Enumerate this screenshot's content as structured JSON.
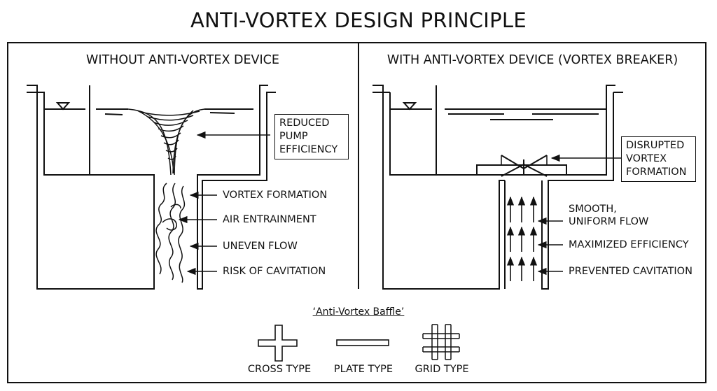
{
  "title": "ANTI-VORTEX DESIGN PRINCIPLE",
  "left_panel": {
    "title": "WITHOUT ANTI-VORTEX DEVICE",
    "callout_box": [
      "REDUCED",
      "PUMP",
      "EFFICIENCY"
    ],
    "labels": [
      "VORTEX FORMATION",
      "AIR ENTRAINMENT",
      "UNEVEN FLOW",
      "RISK OF CAVITATION"
    ]
  },
  "right_panel": {
    "title": "WITH ANTI-VORTEX DEVICE (VORTEX BREAKER)",
    "callout_box": [
      "DISRUPTED",
      "VORTEX",
      "FORMATION"
    ],
    "labels": [
      "SMOOTH,",
      "UNIFORM FLOW",
      "MAXIMIZED EFFICIENCY",
      "PREVENTED CAVITATION"
    ]
  },
  "legend": {
    "title": "‘Anti-Vortex Baffle’",
    "items": [
      "CROSS TYPE",
      "PLATE TYPE",
      "GRID TYPE"
    ]
  }
}
